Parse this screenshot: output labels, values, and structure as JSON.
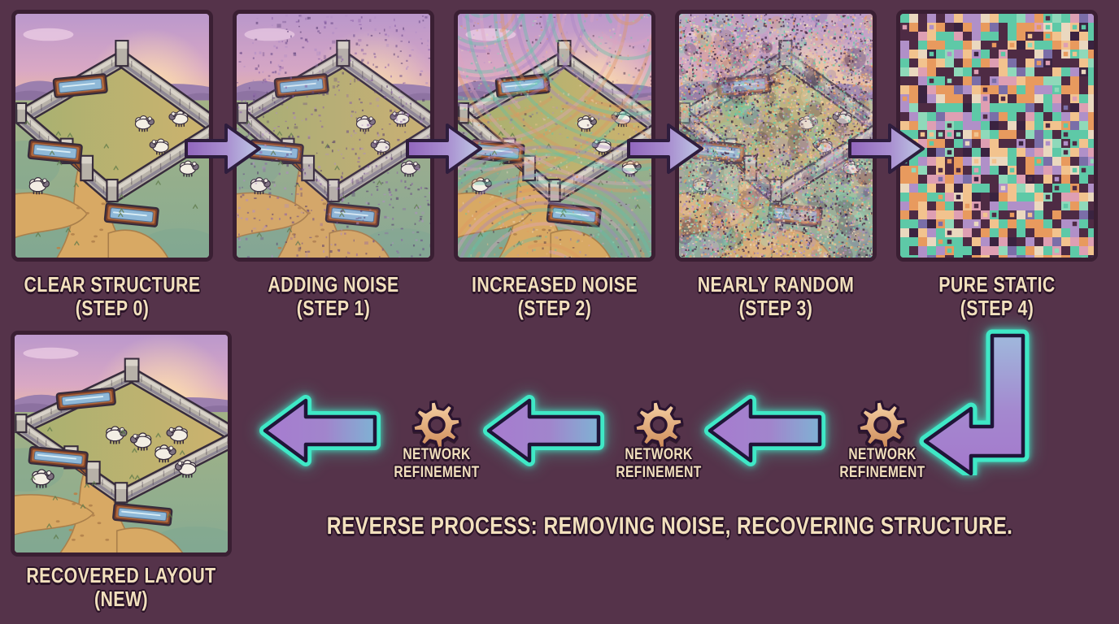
{
  "diagram_title": "",
  "colors": {
    "background": "#55334a",
    "text_cream": "#f2e0bd",
    "text_outline": "#2b1428",
    "panel_border": "#3a1f33",
    "forward_arrow_purple": "#9166bd",
    "forward_arrow_light": "#bfcbe6",
    "reverse_arrow_purple": "#a77bd0",
    "reverse_arrow_blue_tail": "#7fb2d4",
    "reverse_arrow_glow_teal": "#3fe8c6",
    "arrow_outline_navy": "#1f1538",
    "gear_tan": "#e8b183"
  },
  "panels": [
    {
      "title": "CLEAR STRUCTURE",
      "step": "(STEP 0)",
      "noise": 0
    },
    {
      "title": "ADDING NOISE",
      "step": "(STEP 1)",
      "noise": 1
    },
    {
      "title": "INCREASED NOISE",
      "step": "(STEP 2)",
      "noise": 2
    },
    {
      "title": "NEARLY RANDOM",
      "step": "(STEP 3)",
      "noise": 3
    },
    {
      "title": "PURE STATIC",
      "step": "(STEP 4)",
      "noise": 4
    }
  ],
  "recovered": {
    "title": "RECOVERED LAYOUT",
    "step": "(NEW)"
  },
  "reverse": {
    "gear_labels": [
      "NETWORK REFINEMENT",
      "NETWORK REFINEMENT",
      "NETWORK REFINEMENT"
    ],
    "caption": "REVERSE PROCESS: REMOVING NOISE, RECOVERING STRUCTURE."
  },
  "icons": {
    "forward-arrow-icon": "right-pointing block arrow, purple-to-periwinkle gradient, dark outline",
    "reverse-arrow-icon": "left-pointing block arrow, purple body with blue tail, navy outline, teal glow rim",
    "corner-reverse-arrow-icon": "down-then-left elbow arrow, purple gradient, navy outline, teal glow rim",
    "gear-icon": "eight-tooth cog, tan gradient, dark outline, hollow center"
  },
  "scene": {
    "sky_top": "#bb98cc",
    "sky_mid": "#d9a8c4",
    "sky_horizon": "#f2c493",
    "sun_glow": "#ffe2ae",
    "cloud": "#eccee4",
    "hill": "#9b7fae",
    "hill2": "#8a6f9e",
    "ground": "#a3b286",
    "ground2": "#87ab92",
    "teal_grass": "#7aa692",
    "path": "#d8a964",
    "path_edge": "#a97f4b",
    "pen_grass": "#a9b171",
    "pen_grass2": "#cdb26e",
    "wall": "#b7b1a8",
    "wall_light": "#d8d2c8",
    "wall_dark": "#8e8794",
    "ink": "#372c3c",
    "gate": "#9c5c30",
    "trough_outer": "#7a3f28",
    "trough_rim": "#b06a3e",
    "water": "#8fb9d8",
    "water_edge": "#4f6f94",
    "water_light": "#d9edf5",
    "sheep_body": "#f3eee4",
    "sheep_face": "#7e7280",
    "tuft": "#5e7a4a",
    "sheep_v0": [
      [
        0.66,
        0.45,
        1
      ],
      [
        0.85,
        0.43,
        -1
      ],
      [
        0.75,
        0.545,
        -1
      ],
      [
        0.89,
        0.635,
        1
      ],
      [
        0.115,
        0.705,
        1
      ]
    ],
    "sheep_v1": [
      [
        0.47,
        0.46,
        1
      ],
      [
        0.6,
        0.49,
        -1
      ],
      [
        0.7,
        0.545,
        1
      ],
      [
        0.77,
        0.46,
        -1
      ],
      [
        0.81,
        0.615,
        -1
      ],
      [
        0.125,
        0.66,
        1
      ]
    ]
  },
  "noise_palette": [
    "#5ec9a7",
    "#8fd9ba",
    "#e89a5e",
    "#f2c38e",
    "#4e2b44",
    "#3a2340",
    "#de9fb3",
    "#b090c8",
    "#ead8bf",
    "#7a6ea8"
  ],
  "noise_weights": [
    0.17,
    0.07,
    0.15,
    0.11,
    0.2,
    0.05,
    0.07,
    0.09,
    0.05,
    0.04
  ],
  "noise_purple": [
    "#8b5fa8",
    "#6a4a88",
    "#b08cc4",
    "#54386e"
  ],
  "swirl_colors": [
    "#e0955f",
    "#5fc3a8",
    "#a884c4",
    "#dda3c0"
  ]
}
